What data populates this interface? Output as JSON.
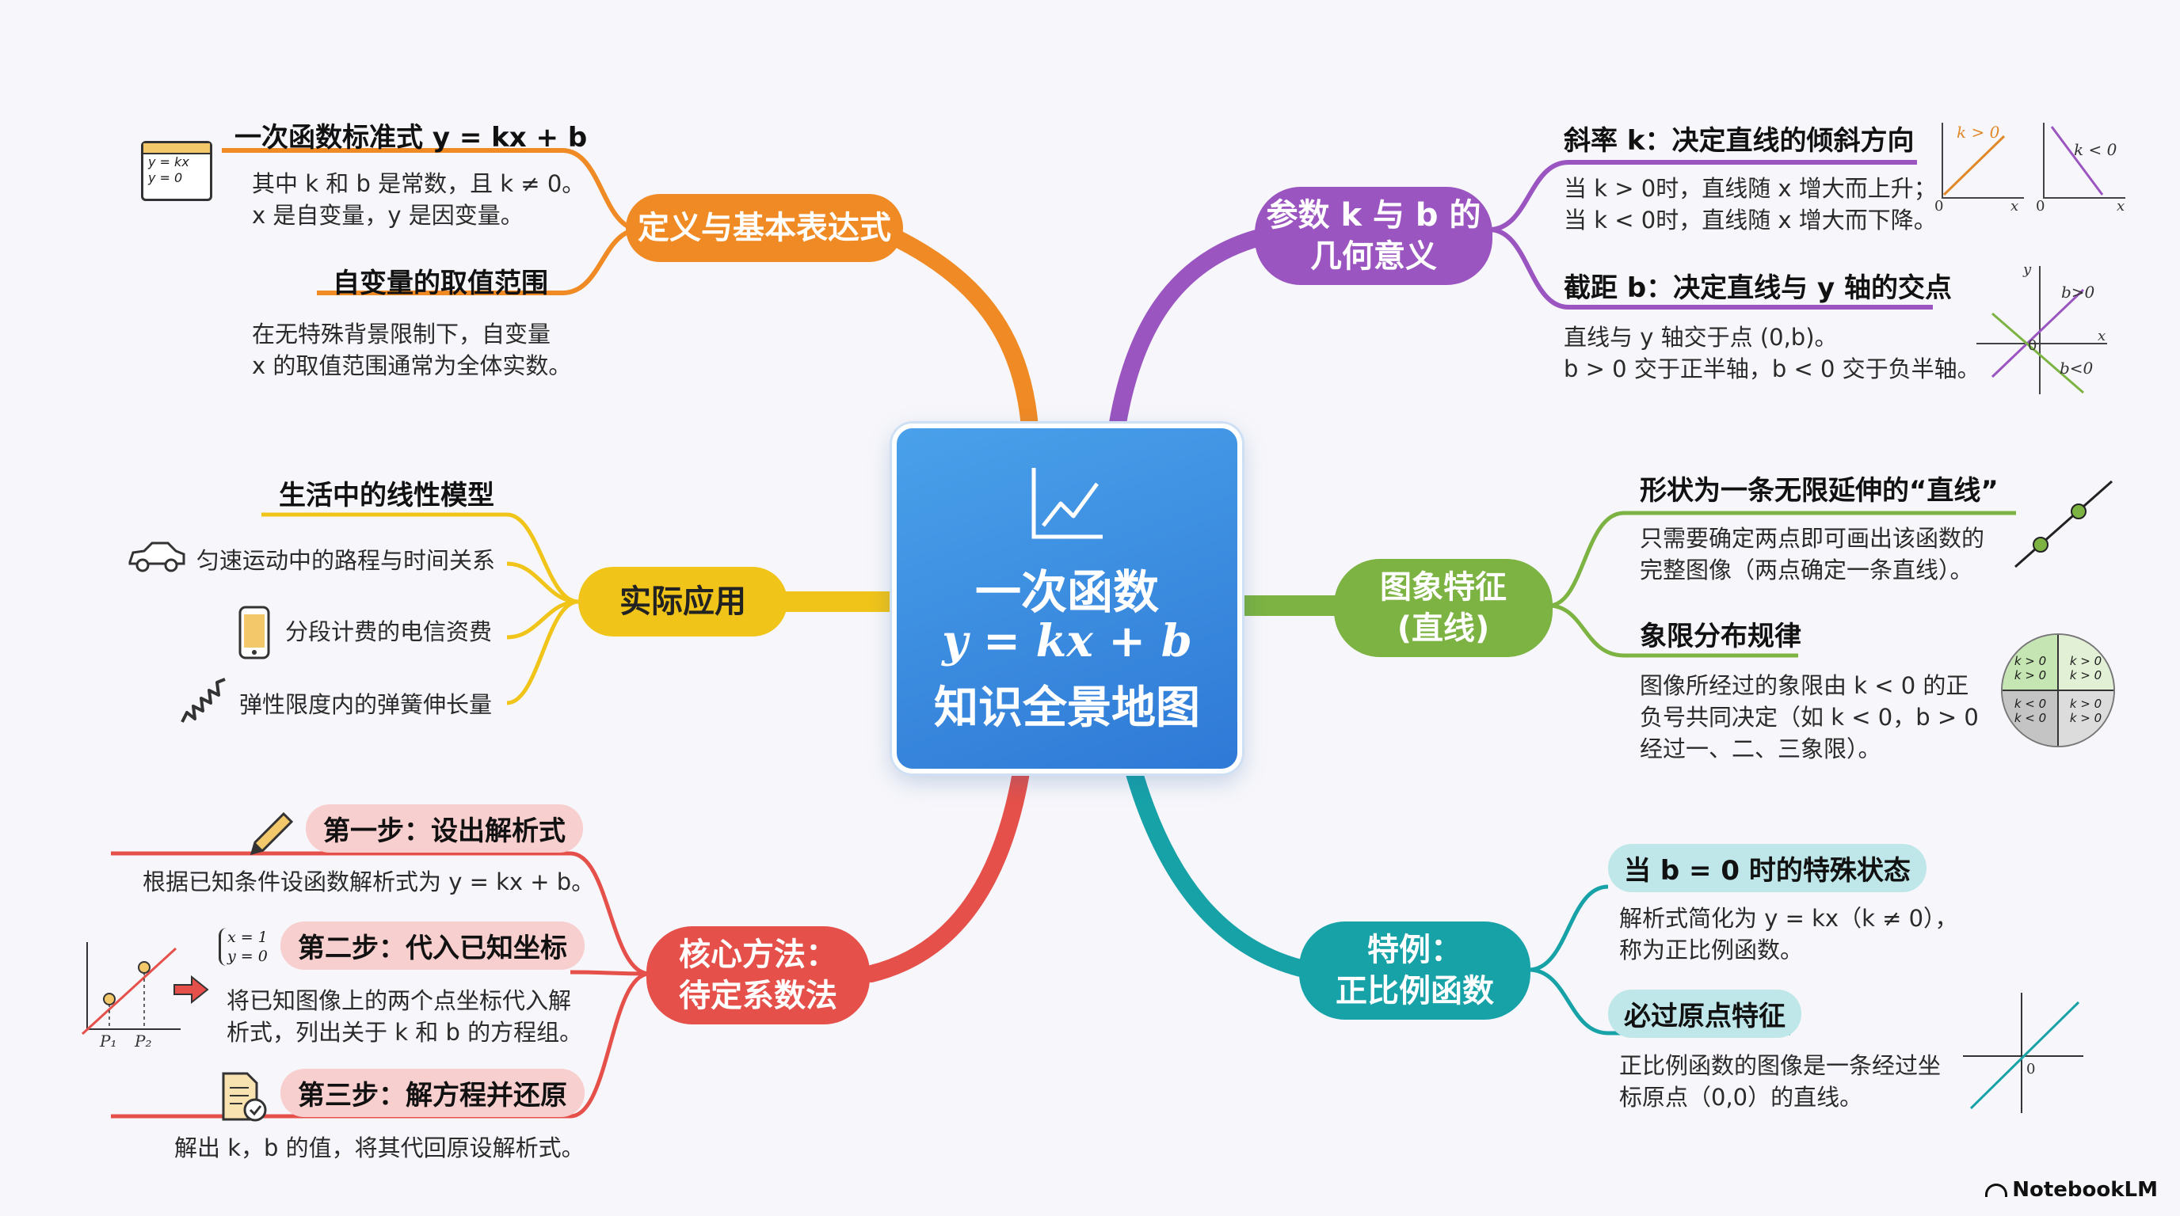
{
  "center": {
    "title": "一次函数",
    "formula": "y = kx + b",
    "subtitle": "知识全景地图"
  },
  "branches": {
    "definition": {
      "label": "定义与基本表达式",
      "color": "#f08a24",
      "item1_title": "一次函数标准式 y = kx + b",
      "item1_line1": "其中 k 和 b 是常数，且 k ≠ 0。",
      "item1_line2": "x 是自变量，y 是因变量。",
      "item1_icon_l1": "y = kx",
      "item1_icon_l2": "y = 0",
      "item2_title": "自变量的取值范围",
      "item2_line1": "在无特殊背景限制下，自变量",
      "item2_line2": "x 的取值范围通常为全体实数。"
    },
    "parameters": {
      "label_l1": "参数 k 与 b 的",
      "label_l2": "几何意义",
      "color": "#9a55c0",
      "item1_title": "斜率 k：决定直线的倾斜方向",
      "item1_line1": "当 k > 0时，直线随 x 增大而上升；",
      "item1_line2": "当 k < 0时，直线随 x 增大而下降。",
      "graph_kpos": "k > 0",
      "graph_kneg": "k < 0",
      "item2_title": "截距 b：决定直线与 y 轴的交点",
      "item2_line1": "直线与 y 轴交于点 (0,b)。",
      "item2_line2": "b > 0 交于正半轴，b < 0 交于负半轴。",
      "graph_bpos": "b>0",
      "graph_bneg": "b<0"
    },
    "application": {
      "label": "实际应用",
      "color": "#f0c419",
      "title": "生活中的线性模型",
      "items": [
        "匀速运动中的路程与时间关系",
        "分段计费的电信资费",
        "弹性限度内的弹簧伸长量"
      ]
    },
    "graph": {
      "label_l1": "图象特征",
      "label_l2": "(直线)",
      "color": "#7cb342",
      "item1_title": "形状为一条无限延伸的“直线”",
      "item1_line1": "只需要确定两点即可画出该函数的",
      "item1_line2": "完整图像（两点确定一条直线）。",
      "item2_title": "象限分布规律",
      "item2_line1": "图像所经过的象限由 k < 0 的正",
      "item2_line2": "负号共同决定（如 k < 0，b > 0",
      "item2_line3": "经过一、二、三象限）。",
      "quad_tl": "k > 0\nk > 0",
      "quad_tr": "k > 0\nk > 0",
      "quad_bl": "k < 0\nk < 0",
      "quad_br": "k > 0\nk > 0"
    },
    "method": {
      "label_l1": "核心方法：",
      "label_l2": "待定系数法",
      "color": "#e5514a",
      "step1": "第一步：设出解析式",
      "step1_text": "根据已知条件设函数解析式为 y = kx + b。",
      "step2": "第二步：代入已知坐标",
      "step2_line1": "将已知图像上的两个点坐标代入解",
      "step2_line2": "析式，列出关于 k 和 b 的方程组。",
      "system_l1": "x = 1",
      "system_l2": "y = 0",
      "p1": "P₁",
      "p2": "P₂",
      "step3": "第三步：解方程并还原",
      "step3_text": "解出 k，b 的值，将其代回原设解析式。"
    },
    "special": {
      "label_l1": "特例：",
      "label_l2": "正比例函数",
      "color": "#17a2a8",
      "item1_title": "当 b = 0 时的特殊状态",
      "item1_line1": "解析式简化为 y = kx（k ≠ 0），",
      "item1_line2": "称为正比例函数。",
      "item2_title": "必过原点特征",
      "item2_line1": "正比例函数的图像是一条经过坐",
      "item2_line2": "标原点（0,0）的直线。"
    }
  },
  "axis_labels": {
    "origin": "0",
    "x": "x",
    "y": "y"
  },
  "logo": "NotebookLM"
}
